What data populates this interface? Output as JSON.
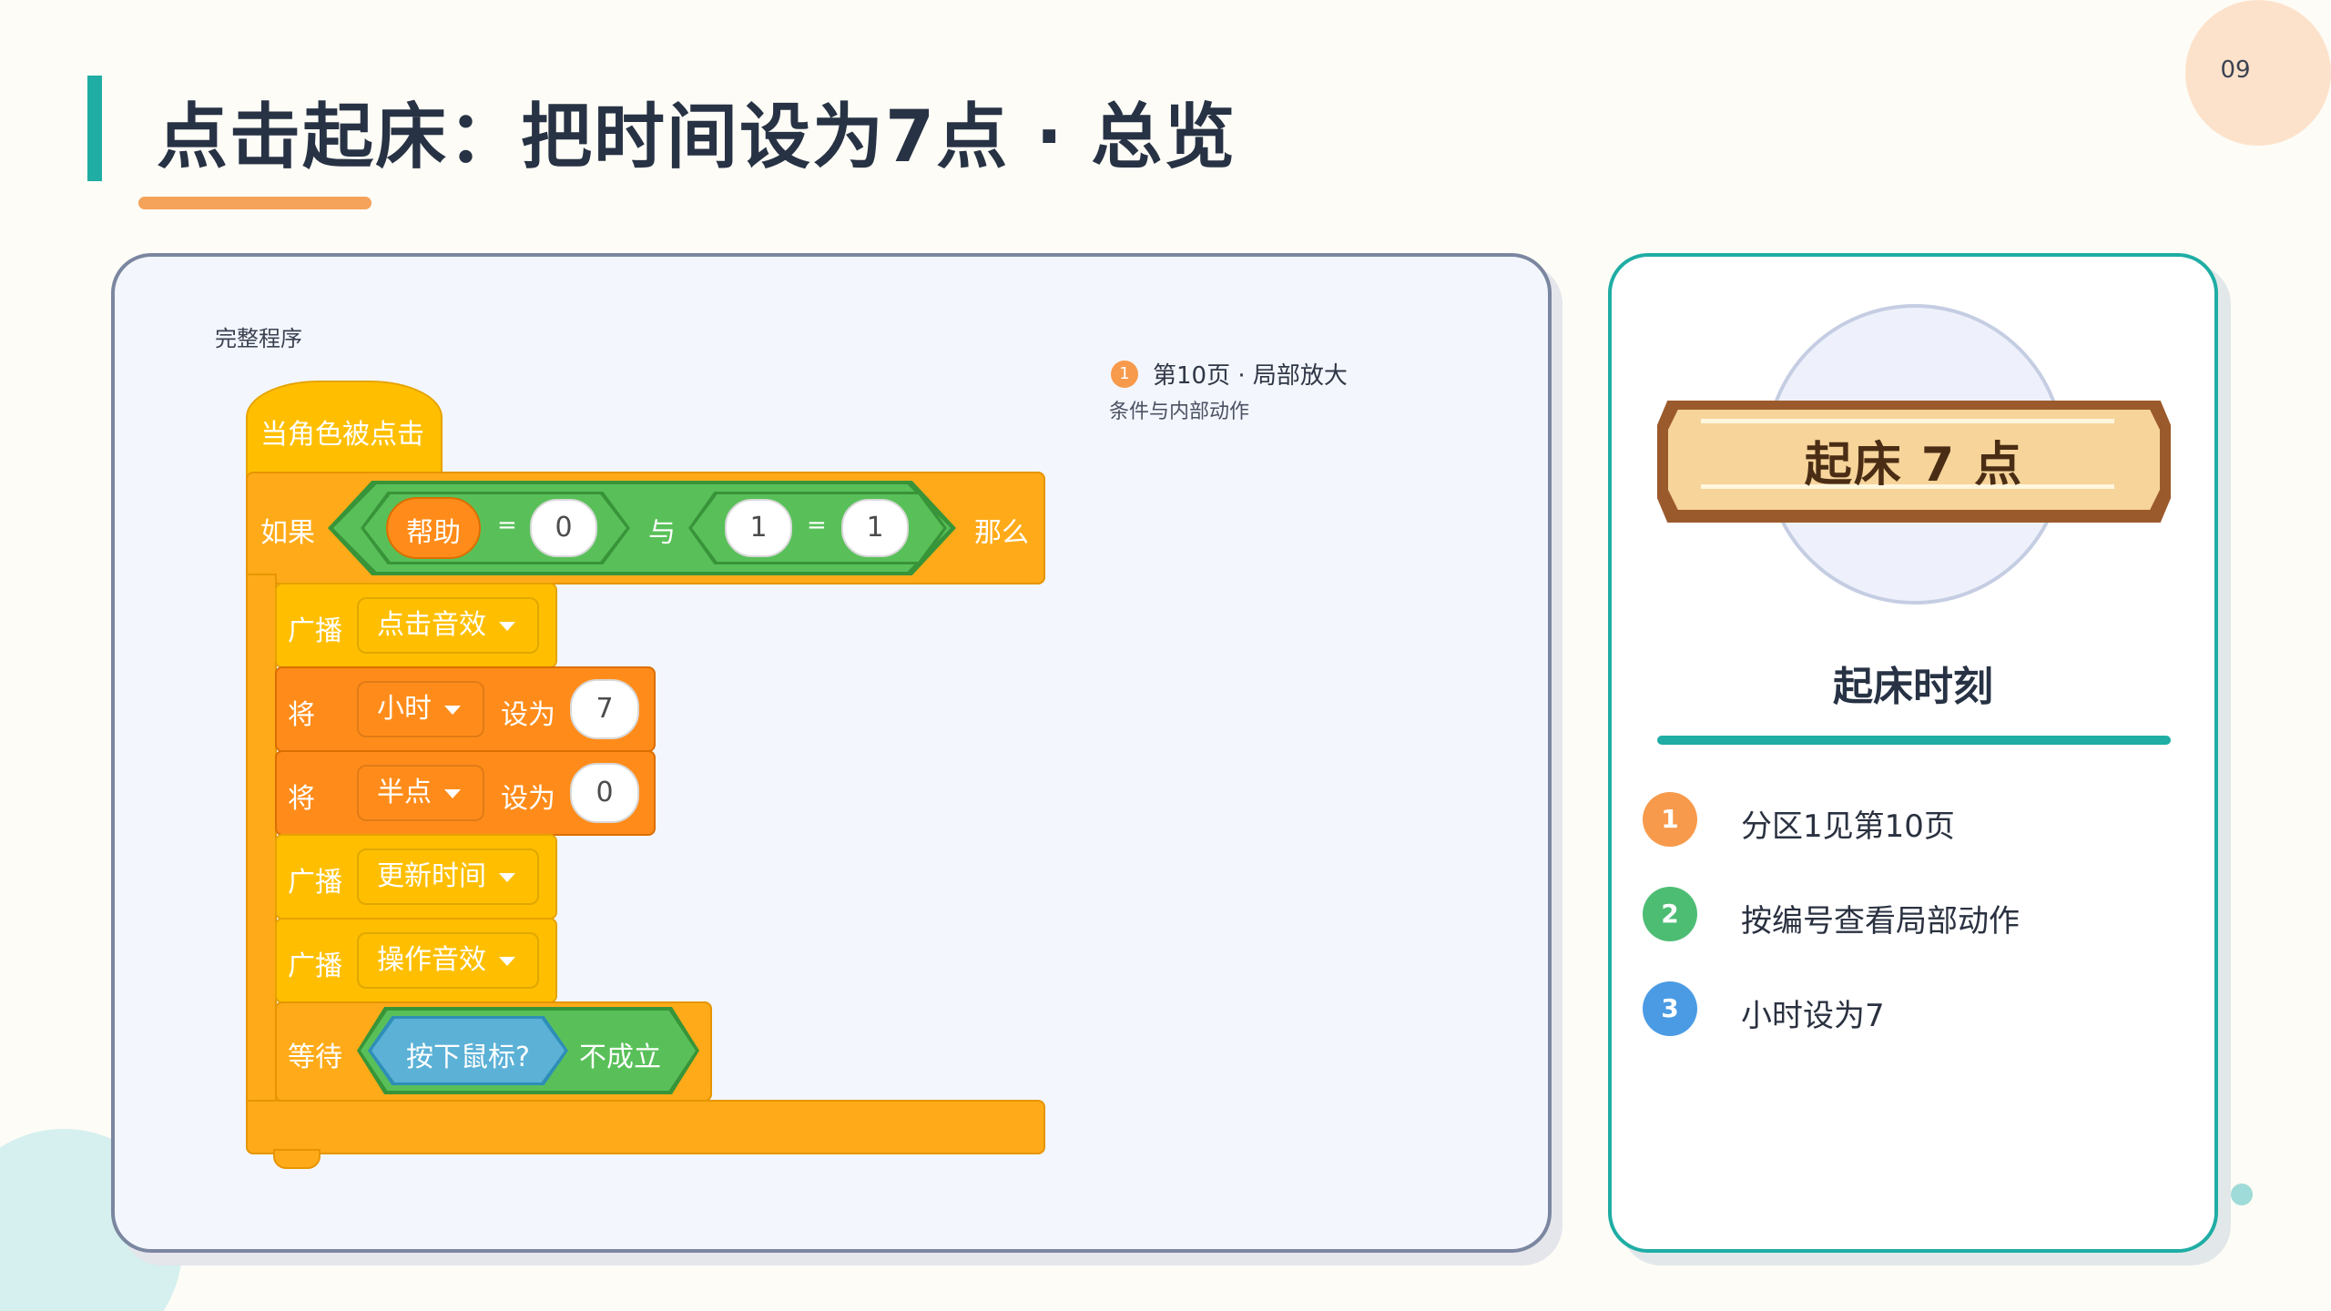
{
  "page_number": "09",
  "title": "点击起床：把时间设为7点 · 总览",
  "left_panel": {
    "label": "完整程序",
    "callout": {
      "badge": "1",
      "title": "第10页 · 局部放大",
      "subtitle": "条件与内部动作"
    },
    "program": {
      "hat": "当角色被点击",
      "if_label": "如果",
      "then_label": "那么",
      "var_help": "帮助",
      "eq": "=",
      "and_label": "与",
      "val_zero": "0",
      "val_one_a": "1",
      "val_one_b": "1",
      "broadcast": "广播",
      "set_word": "将",
      "to_word": "设为",
      "bc1": "点击音效",
      "var_hour": "小时",
      "hour_value": "7",
      "var_half": "半点",
      "half_value": "0",
      "bc2": "更新时间",
      "bc3": "操作音效",
      "wait_label": "等待",
      "mouse_down": "按下鼠标?",
      "not_true": "不成立"
    }
  },
  "right_panel": {
    "sign_text": "起床 7 点",
    "card_title": "起床时刻",
    "steps": [
      {
        "num": "1",
        "text": "分区1见第10页",
        "color": "#f79a4c"
      },
      {
        "num": "2",
        "text": "按编号查看局部动作",
        "color": "#4dbd74"
      },
      {
        "num": "3",
        "text": "小时设为7",
        "color": "#4a9be4"
      }
    ]
  },
  "colors": {
    "accent_teal": "#1fada4",
    "accent_orange": "#f5a25a",
    "control": "#ffab19",
    "event": "#ffbf00",
    "variable": "#ff8c1a",
    "operator": "#59c059",
    "sensing": "#5cb1d6"
  }
}
